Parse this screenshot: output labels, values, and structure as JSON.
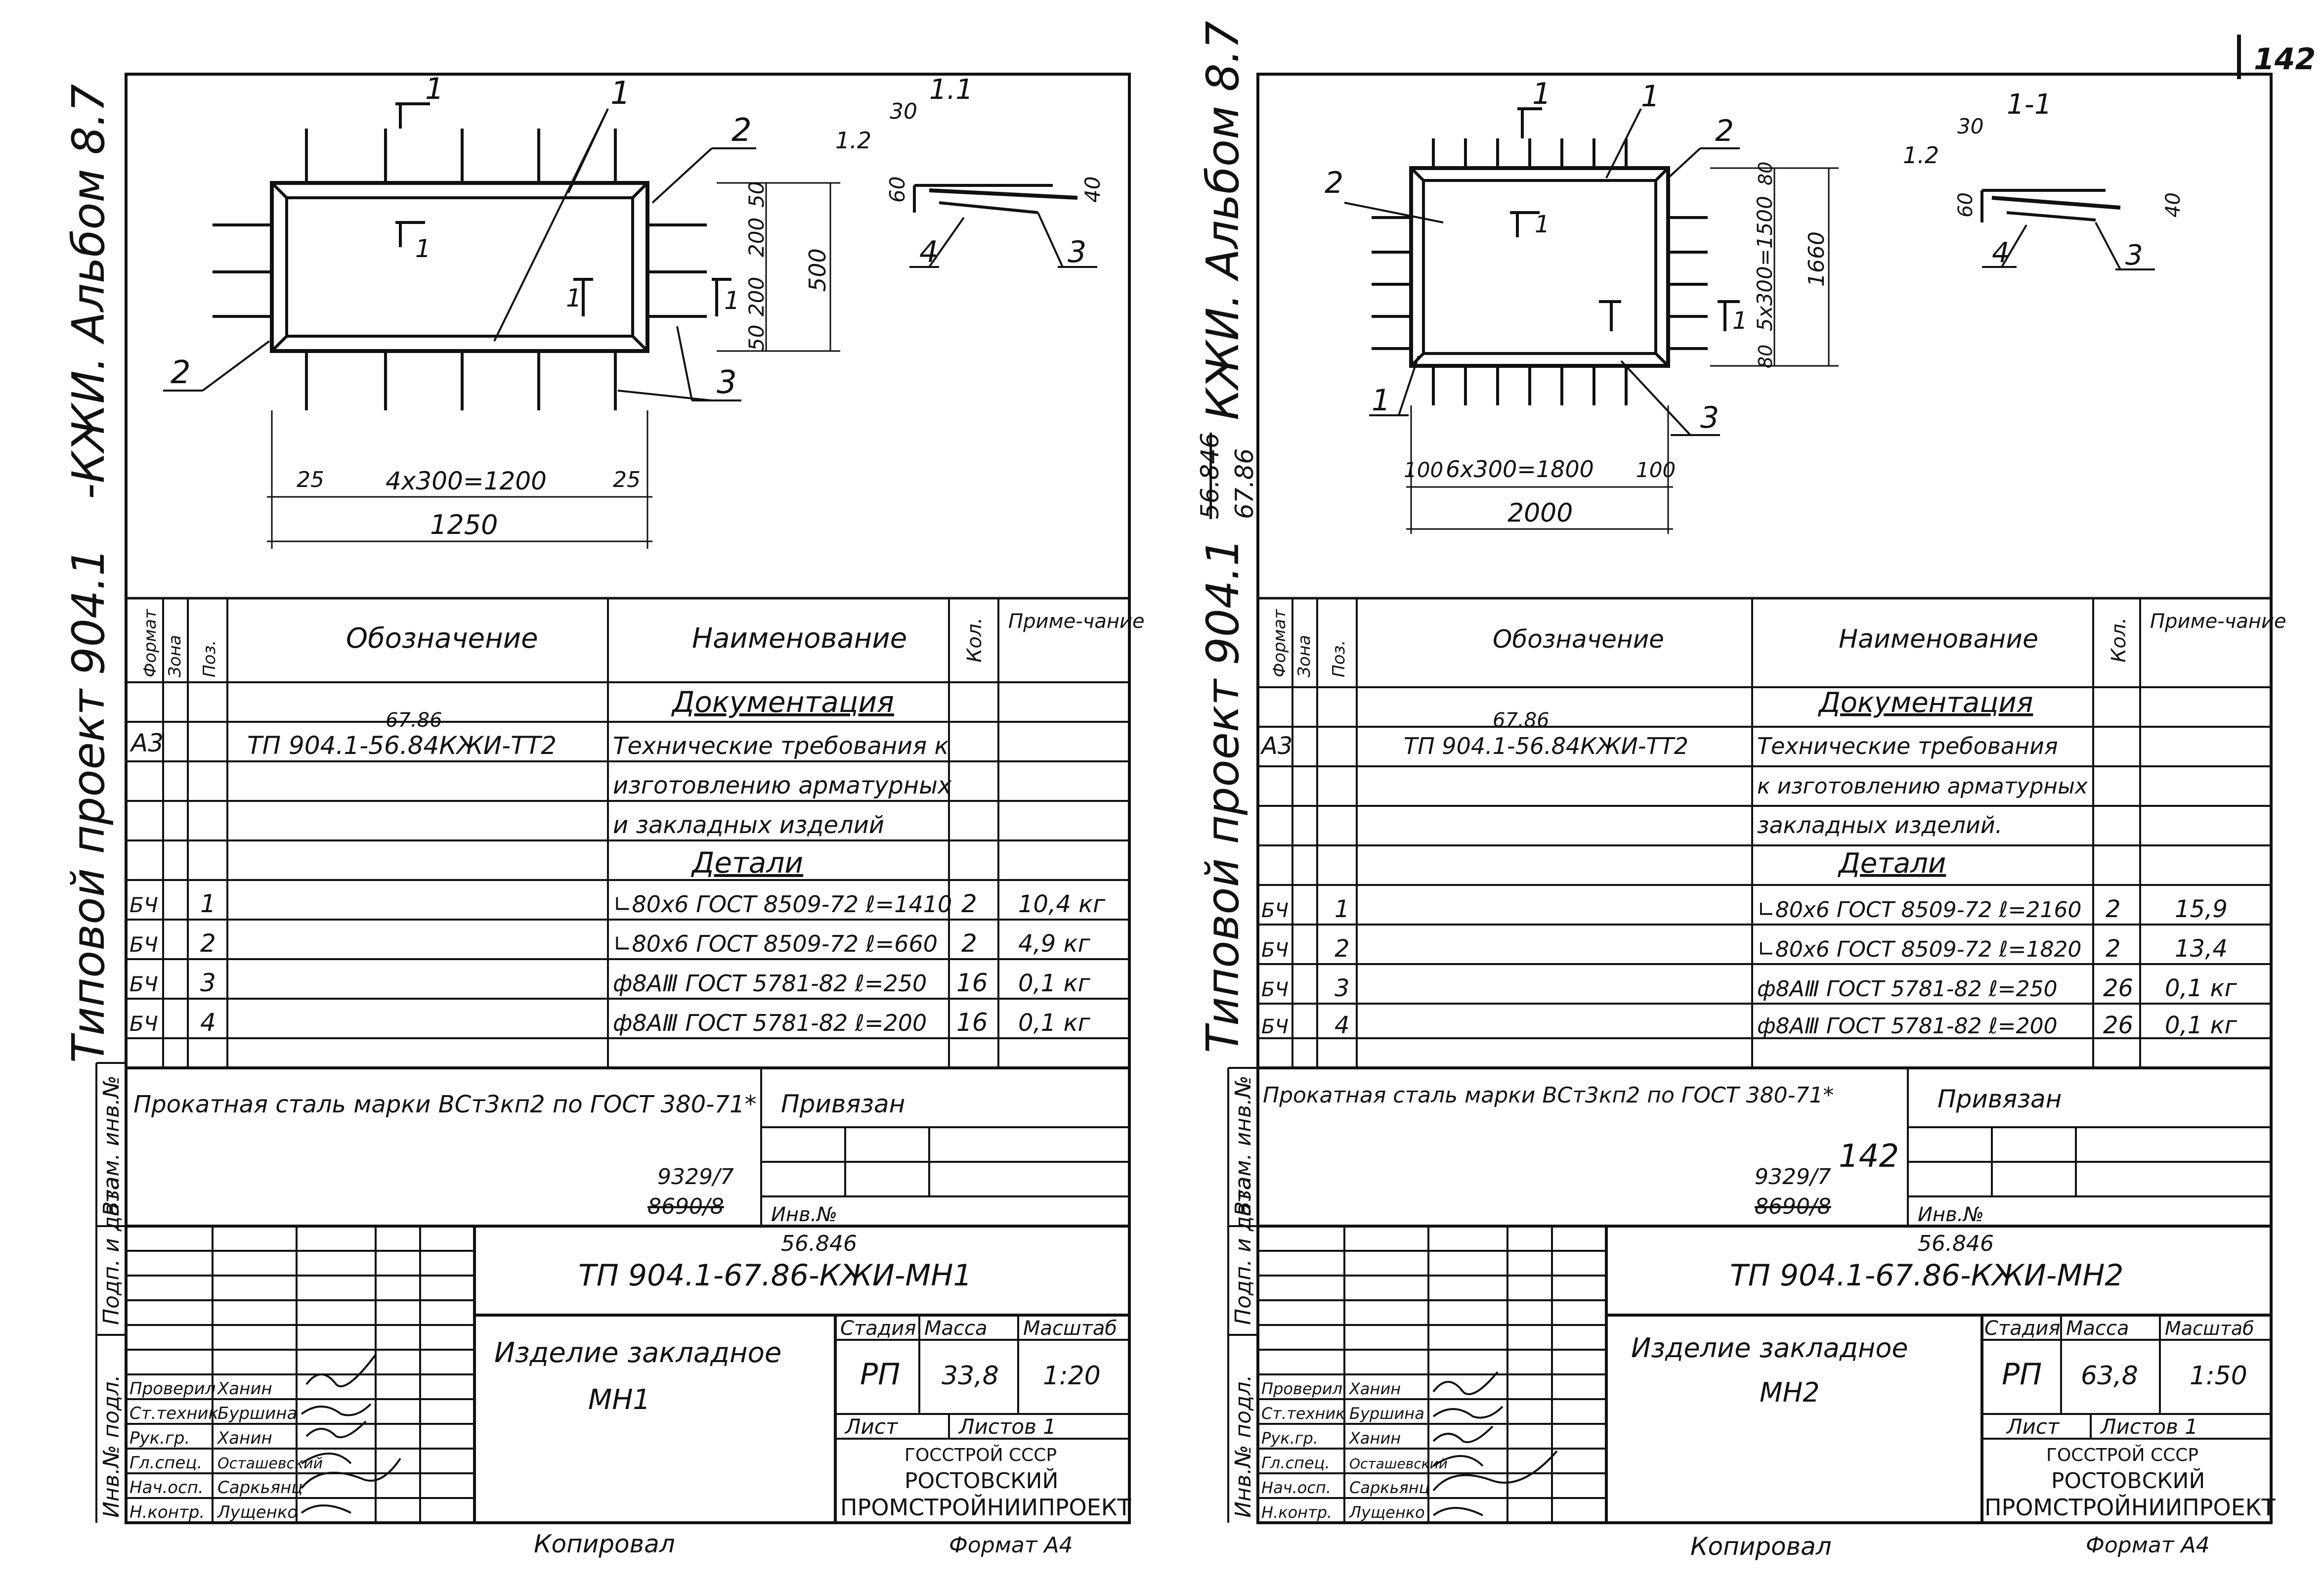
{
  "page_number": "142",
  "corner_mark": "142",
  "side_title": "Типовой проект 904.1-КЖИ. Альбом 8.7",
  "left_side_title_parts": [
    "Типовой проект 904.1",
    "-КЖИ. Альбом 8.7"
  ],
  "right_side_title_parts": [
    "Типовой проект 904.1",
    "56.846",
    "67.86",
    "КЖИ. Альбом 8.7"
  ],
  "left_sheet": {
    "drawing": {
      "section_mark": "1",
      "section_label": "1.1",
      "callouts": [
        "1",
        "2",
        "3",
        "4"
      ],
      "dims_vertical": [
        "50",
        "200",
        "200",
        "50",
        "500"
      ],
      "dims_horizontal": [
        "25",
        "4x300=1200",
        "25",
        "1250"
      ],
      "detail_dims": [
        "1.2",
        "30",
        "60",
        "40"
      ],
      "arrows": [
        "1",
        "1",
        "1",
        "1"
      ]
    },
    "table_headers": [
      "Формат",
      "Зона",
      "Поз.",
      "Обозначение",
      "Наименование",
      "Кол.",
      "Приме-чание"
    ],
    "section_docs": "Документация",
    "section_parts": "Детали",
    "doc_row": {
      "format": "А3",
      "designation": "ТП 904.1-56.84КЖИ-ТТ2",
      "designation_fix": "67.86",
      "name_lines": [
        "Технические требования к",
        "изготовлению арматурных",
        "и закладных изделий"
      ]
    },
    "rows": [
      {
        "format": "БЧ",
        "pos": "1",
        "name": "∟80х6 ГОСТ 8509-72 ℓ=1410",
        "qty": "2",
        "note": "10,4 кг"
      },
      {
        "format": "БЧ",
        "pos": "2",
        "name": "∟80х6 ГОСТ 8509-72 ℓ=660",
        "qty": "2",
        "note": "4,9 кг"
      },
      {
        "format": "БЧ",
        "pos": "3",
        "name": "ф8АⅢ ГОСТ 5781-82 ℓ=250",
        "qty": "16",
        "note": "0,1 кг"
      },
      {
        "format": "БЧ",
        "pos": "4",
        "name": "ф8АⅢ ГОСТ 5781-82 ℓ=200",
        "qty": "16",
        "note": "0,1 кг"
      }
    ],
    "steel_note": "Прокатная сталь марки ВСт3кп2 по ГОСТ 380-71*",
    "privyazan": "Привязан",
    "inv_no": "Инв.№",
    "reg_number": "9329/7",
    "reg_number_old": "8690/8",
    "doc_code": "ТП 904.1-67.86-КЖИ-МН1",
    "doc_code_old": "56.846",
    "item_title_1": "Изделие закладное",
    "item_title_2": "МН1",
    "stage_headers": [
      "Стадия",
      "Масса",
      "Масштаб"
    ],
    "stage": "РП",
    "mass": "33,8",
    "scale": "1:20",
    "sheet_label": "Лист",
    "sheets_label": "Листов 1",
    "org_1": "ГОССТРОЙ СССР",
    "org_2": "РОСТОВСКИЙ",
    "org_3": "ПРОМСТРОЙНИИПРОЕКТ",
    "signers": [
      {
        "role": "Проверил",
        "name": "Ханин"
      },
      {
        "role": "Ст.техник",
        "name": "Буршина"
      },
      {
        "role": "Рук.гр.",
        "name": "Ханин"
      },
      {
        "role": "Гл.спец.",
        "name": "Осташевский"
      },
      {
        "role": "Нач.осп.",
        "name": "Саркьянц"
      },
      {
        "role": "Н.контр.",
        "name": "Лущенко"
      }
    ],
    "copied": "Копировал",
    "format": "Формат А4"
  },
  "right_sheet": {
    "drawing": {
      "section_mark": "1",
      "section_label": "1-1",
      "callouts": [
        "1",
        "2",
        "2",
        "3",
        "1",
        "4",
        "3"
      ],
      "dims_vertical": [
        "80",
        "5x300=1500",
        "80",
        "1660"
      ],
      "dims_horizontal": [
        "100",
        "6x300=1800",
        "100",
        "2000"
      ],
      "detail_dims": [
        "1.2",
        "30",
        "60",
        "40"
      ],
      "arrows": [
        "1",
        "1",
        "1"
      ]
    },
    "table_headers": [
      "Формат",
      "Зона",
      "Поз.",
      "Обозначение",
      "Наименование",
      "Кол.",
      "Приме-чание"
    ],
    "section_docs": "Документация",
    "section_parts": "Детали",
    "doc_row": {
      "format": "А3",
      "designation": "ТП 904.1-56.84КЖИ-ТТ2",
      "designation_fix": "67.86",
      "name_lines": [
        "Технические требования",
        "к изготовлению арматурных",
        "закладных изделий."
      ]
    },
    "rows": [
      {
        "format": "БЧ",
        "pos": "1",
        "name": "∟80х6 ГОСТ 8509-72 ℓ=2160",
        "qty": "2",
        "note": "15,9"
      },
      {
        "format": "БЧ",
        "pos": "2",
        "name": "∟80х6 ГОСТ 8509-72 ℓ=1820",
        "qty": "2",
        "note": "13,4"
      },
      {
        "format": "БЧ",
        "pos": "3",
        "name": "ф8АⅢ ГОСТ 5781-82 ℓ=250",
        "qty": "26",
        "note": "0,1 кг"
      },
      {
        "format": "БЧ",
        "pos": "4",
        "name": "ф8АⅢ ГОСТ 5781-82 ℓ=200",
        "qty": "26",
        "note": "0,1 кг"
      }
    ],
    "steel_note": "Прокатная сталь марки ВСт3кп2 по ГОСТ 380-71*",
    "privyazan": "Привязан",
    "inv_no": "Инв.№",
    "reg_number": "9329/7",
    "reg_number_old": "8690/8",
    "doc_code": "ТП 904.1-67.86-КЖИ-МН2",
    "doc_code_old": "56.846",
    "item_title_1": "Изделие закладное",
    "item_title_2": "МН2",
    "stage_headers": [
      "Стадия",
      "Масса",
      "Масштаб"
    ],
    "stage": "РП",
    "mass": "63,8",
    "scale": "1:50",
    "sheet_label": "Лист",
    "sheets_label": "Листов 1",
    "org_1": "ГОССТРОЙ СССР",
    "org_2": "РОСТОВСКИЙ",
    "org_3": "ПРОМСТРОЙНИИПРОЕКТ",
    "signers": [
      {
        "role": "Проверил",
        "name": "Ханин"
      },
      {
        "role": "Ст.техник",
        "name": "Буршина"
      },
      {
        "role": "Рук.гр.",
        "name": "Ханин"
      },
      {
        "role": "Гл.спец.",
        "name": "Осташевский"
      },
      {
        "role": "Нач.осп.",
        "name": "Саркьянц"
      },
      {
        "role": "Н.контр.",
        "name": "Лущенко"
      }
    ],
    "copied": "Копировал",
    "format": "Формат А4"
  },
  "left_margin_labels": [
    "Инв.№ подл.",
    "Подп. и дата",
    "Взам. инв.№"
  ],
  "right_margin_labels": [
    "Инв.№ подл.",
    "Подп. и дата",
    "Взам. инв.№"
  ]
}
